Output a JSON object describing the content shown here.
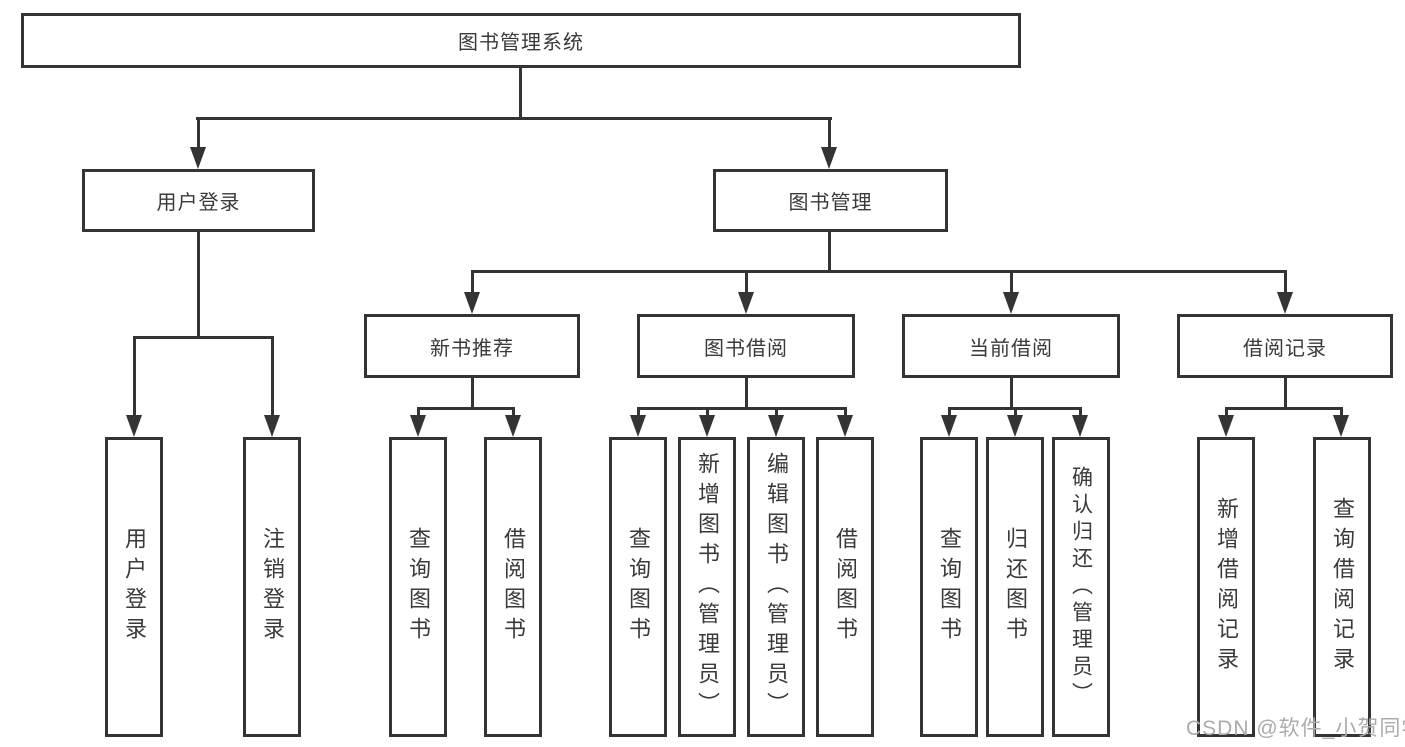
{
  "diagram": {
    "nodes": {
      "root": {
        "label": "图书管理系统"
      },
      "user_login": {
        "label": "用户登录"
      },
      "book_management": {
        "label": "图书管理"
      },
      "new_book_recommend": {
        "label": "新书推荐"
      },
      "book_borrow": {
        "label": "图书借阅"
      },
      "current_borrow": {
        "label": "当前借阅"
      },
      "borrow_records": {
        "label": "借阅记录"
      },
      "leaf_user_login": {
        "label": "用户登录"
      },
      "leaf_logout": {
        "label": "注销登录"
      },
      "leaf_query_book_1": {
        "label": "查询图书"
      },
      "leaf_borrow_book_1": {
        "label": "借阅图书"
      },
      "leaf_query_book_2": {
        "label": "查询图书"
      },
      "leaf_add_book": {
        "label": "新增图书（管理员）"
      },
      "leaf_edit_book": {
        "label": "编辑图书（管理员）"
      },
      "leaf_borrow_book_2": {
        "label": "借阅图书"
      },
      "leaf_query_book_3": {
        "label": "查询图书"
      },
      "leaf_return_book": {
        "label": "归还图书"
      },
      "leaf_confirm_return": {
        "label": "确认归还（管理员）"
      },
      "leaf_add_record": {
        "label": "新增借阅记录"
      },
      "leaf_query_record": {
        "label": "查询借阅记录"
      }
    }
  },
  "watermark": {
    "text": "CSDN @软件_小贺同学"
  },
  "colors": {
    "line": "#343434",
    "text": "#3a3a3a",
    "background": "#ffffff",
    "watermark": "#ababab"
  }
}
